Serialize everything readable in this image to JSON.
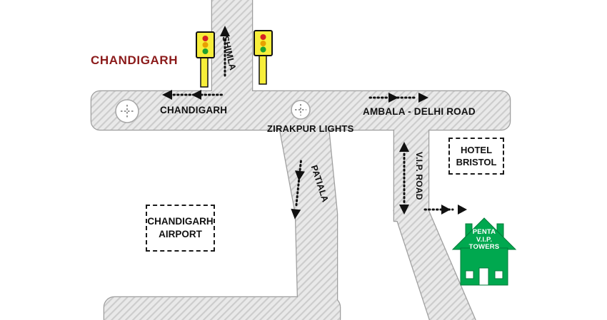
{
  "map": {
    "city_label": "CHANDIGARH",
    "junction_label": "ZIRAKPUR LIGHTS",
    "roads": {
      "shimla": "SHIMLA",
      "chandigarh_direction": "CHANDIGARH",
      "ambala_delhi": "AMBALA - DELHI ROAD",
      "patiala": "PATIALA",
      "vip_road": "V.I.P. ROAD"
    },
    "landmarks": {
      "hotel_bristol": {
        "line1": "HOTEL",
        "line2": "BRISTOL"
      },
      "chandigarh_airport": {
        "line1": "CHANDIGARH",
        "line2": "AIRPORT"
      },
      "penta_vip_towers": {
        "line1": "PENTA",
        "line2": "V.I.P.",
        "line3": "TOWERS"
      }
    }
  },
  "colors": {
    "city_label_color": "#8B1A1A",
    "building_green": "#00A84F",
    "building_green_dark": "#007A3A",
    "traffic_light_yellow": "#F7EE3A",
    "road_fill": "#E9E9E9",
    "road_hatch": "#CCCCCC",
    "road_border": "#9E9E9E",
    "arrow_color": "#111111"
  },
  "icons": {
    "traffic_light": "yellow signal box with red/amber/green lamps on a pole",
    "roundabout": "white circle with dashed cross",
    "direction_arrow": "black dotted arrow with solid heads",
    "destination_building": "green house with chimneys, door and windows"
  }
}
